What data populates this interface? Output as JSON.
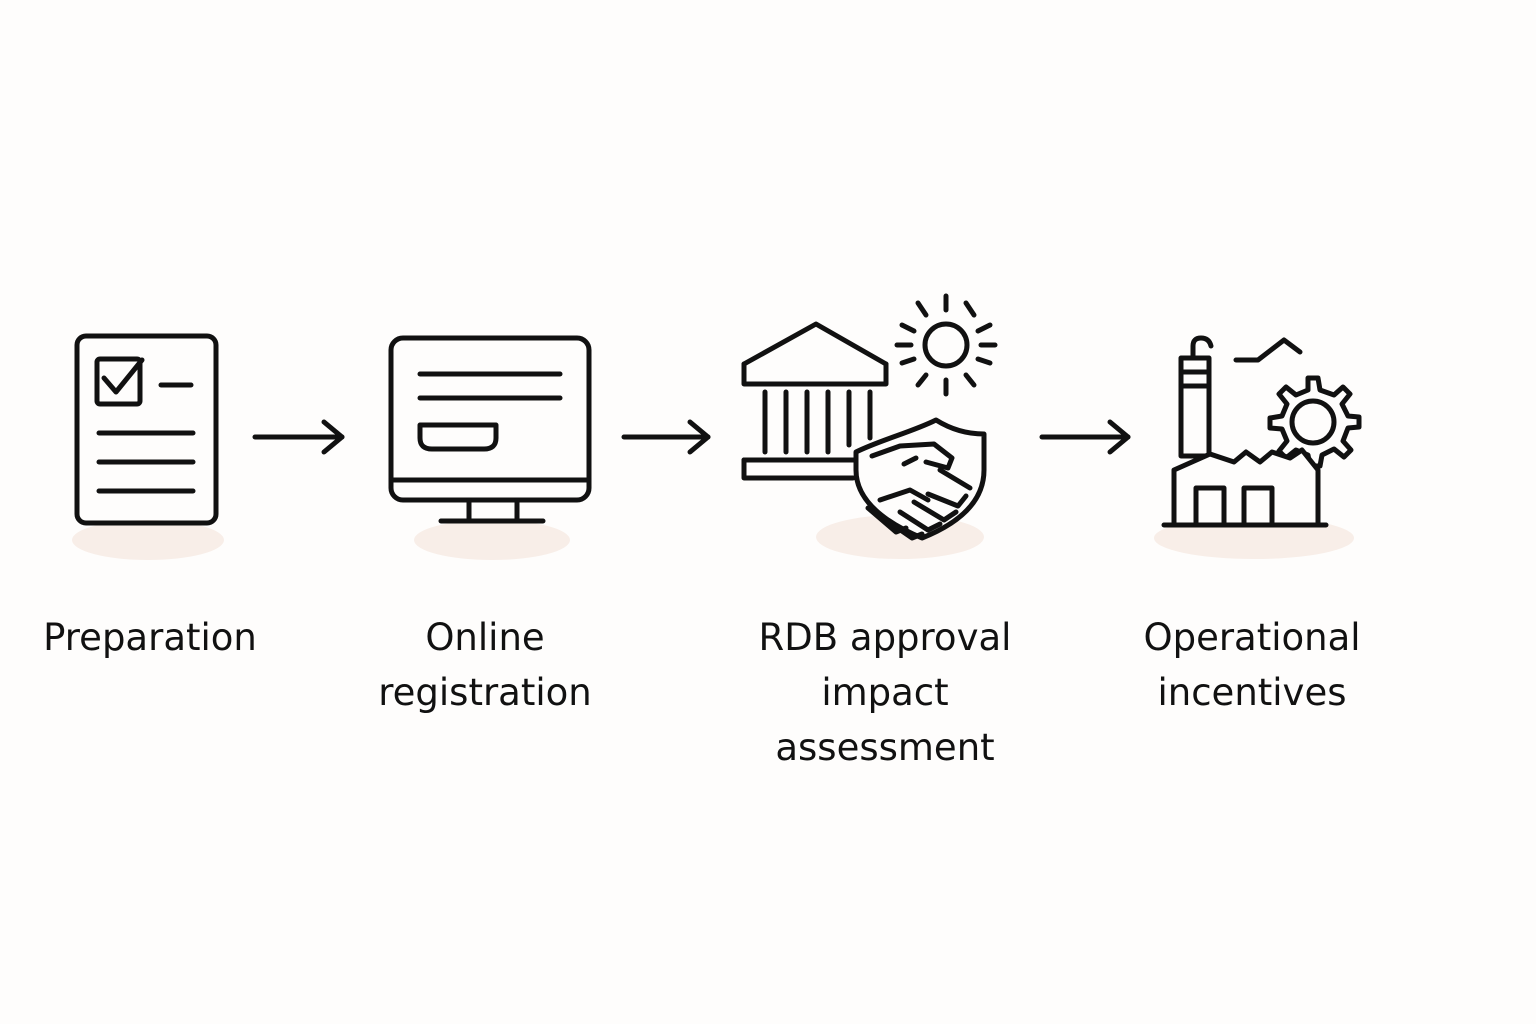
{
  "colors": {
    "stroke": "#111111",
    "background": "#fefdfc",
    "shadow": "#f8eee8"
  },
  "steps": [
    {
      "icon": "checklist-document-icon",
      "lines": [
        "Preparation"
      ]
    },
    {
      "icon": "computer-monitor-form-icon",
      "lines": [
        "Online",
        "registration"
      ]
    },
    {
      "icon": "bank-handshake-sun-icon",
      "lines": [
        "RDB approval",
        "impact",
        "assessment"
      ]
    },
    {
      "icon": "factory-gear-icon",
      "lines": [
        "Operational",
        "incentives"
      ]
    }
  ]
}
